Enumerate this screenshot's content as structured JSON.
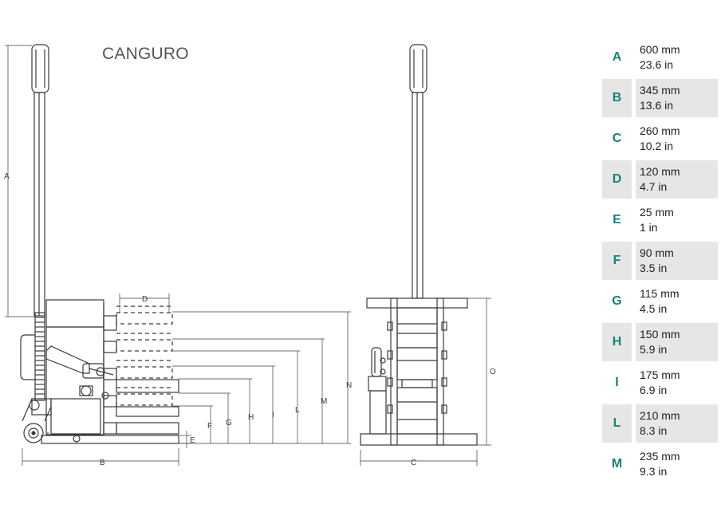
{
  "title": "CANGURO",
  "colors": {
    "line": "#3b3b3b",
    "letter": "#17827a",
    "row_shade": "#e6e6e6",
    "title": "#555555"
  },
  "dimension_labels": {
    "A": "A",
    "B": "B",
    "C": "C",
    "D": "D",
    "E": "E",
    "F": "F",
    "G": "G",
    "H": "H",
    "I": "I",
    "L": "L",
    "M": "M",
    "N": "N",
    "O": "O"
  },
  "specs": [
    {
      "letter": "A",
      "mm": "600 mm",
      "inch": "23.6 in"
    },
    {
      "letter": "B",
      "mm": "345 mm",
      "inch": "13.6 in"
    },
    {
      "letter": "C",
      "mm": "260 mm",
      "inch": "10.2 in"
    },
    {
      "letter": "D",
      "mm": "120 mm",
      "inch": "4.7 in"
    },
    {
      "letter": "E",
      "mm": "25 mm",
      "inch": "1 in"
    },
    {
      "letter": "F",
      "mm": "90 mm",
      "inch": "3.5 in"
    },
    {
      "letter": "G",
      "mm": "115 mm",
      "inch": "4.5 in"
    },
    {
      "letter": "H",
      "mm": "150 mm",
      "inch": "5.9 in"
    },
    {
      "letter": "I",
      "mm": "175 mm",
      "inch": "6.9 in"
    },
    {
      "letter": "L",
      "mm": "210 mm",
      "inch": "8.3 in"
    },
    {
      "letter": "M",
      "mm": "235 mm",
      "inch": "9.3 in"
    }
  ]
}
